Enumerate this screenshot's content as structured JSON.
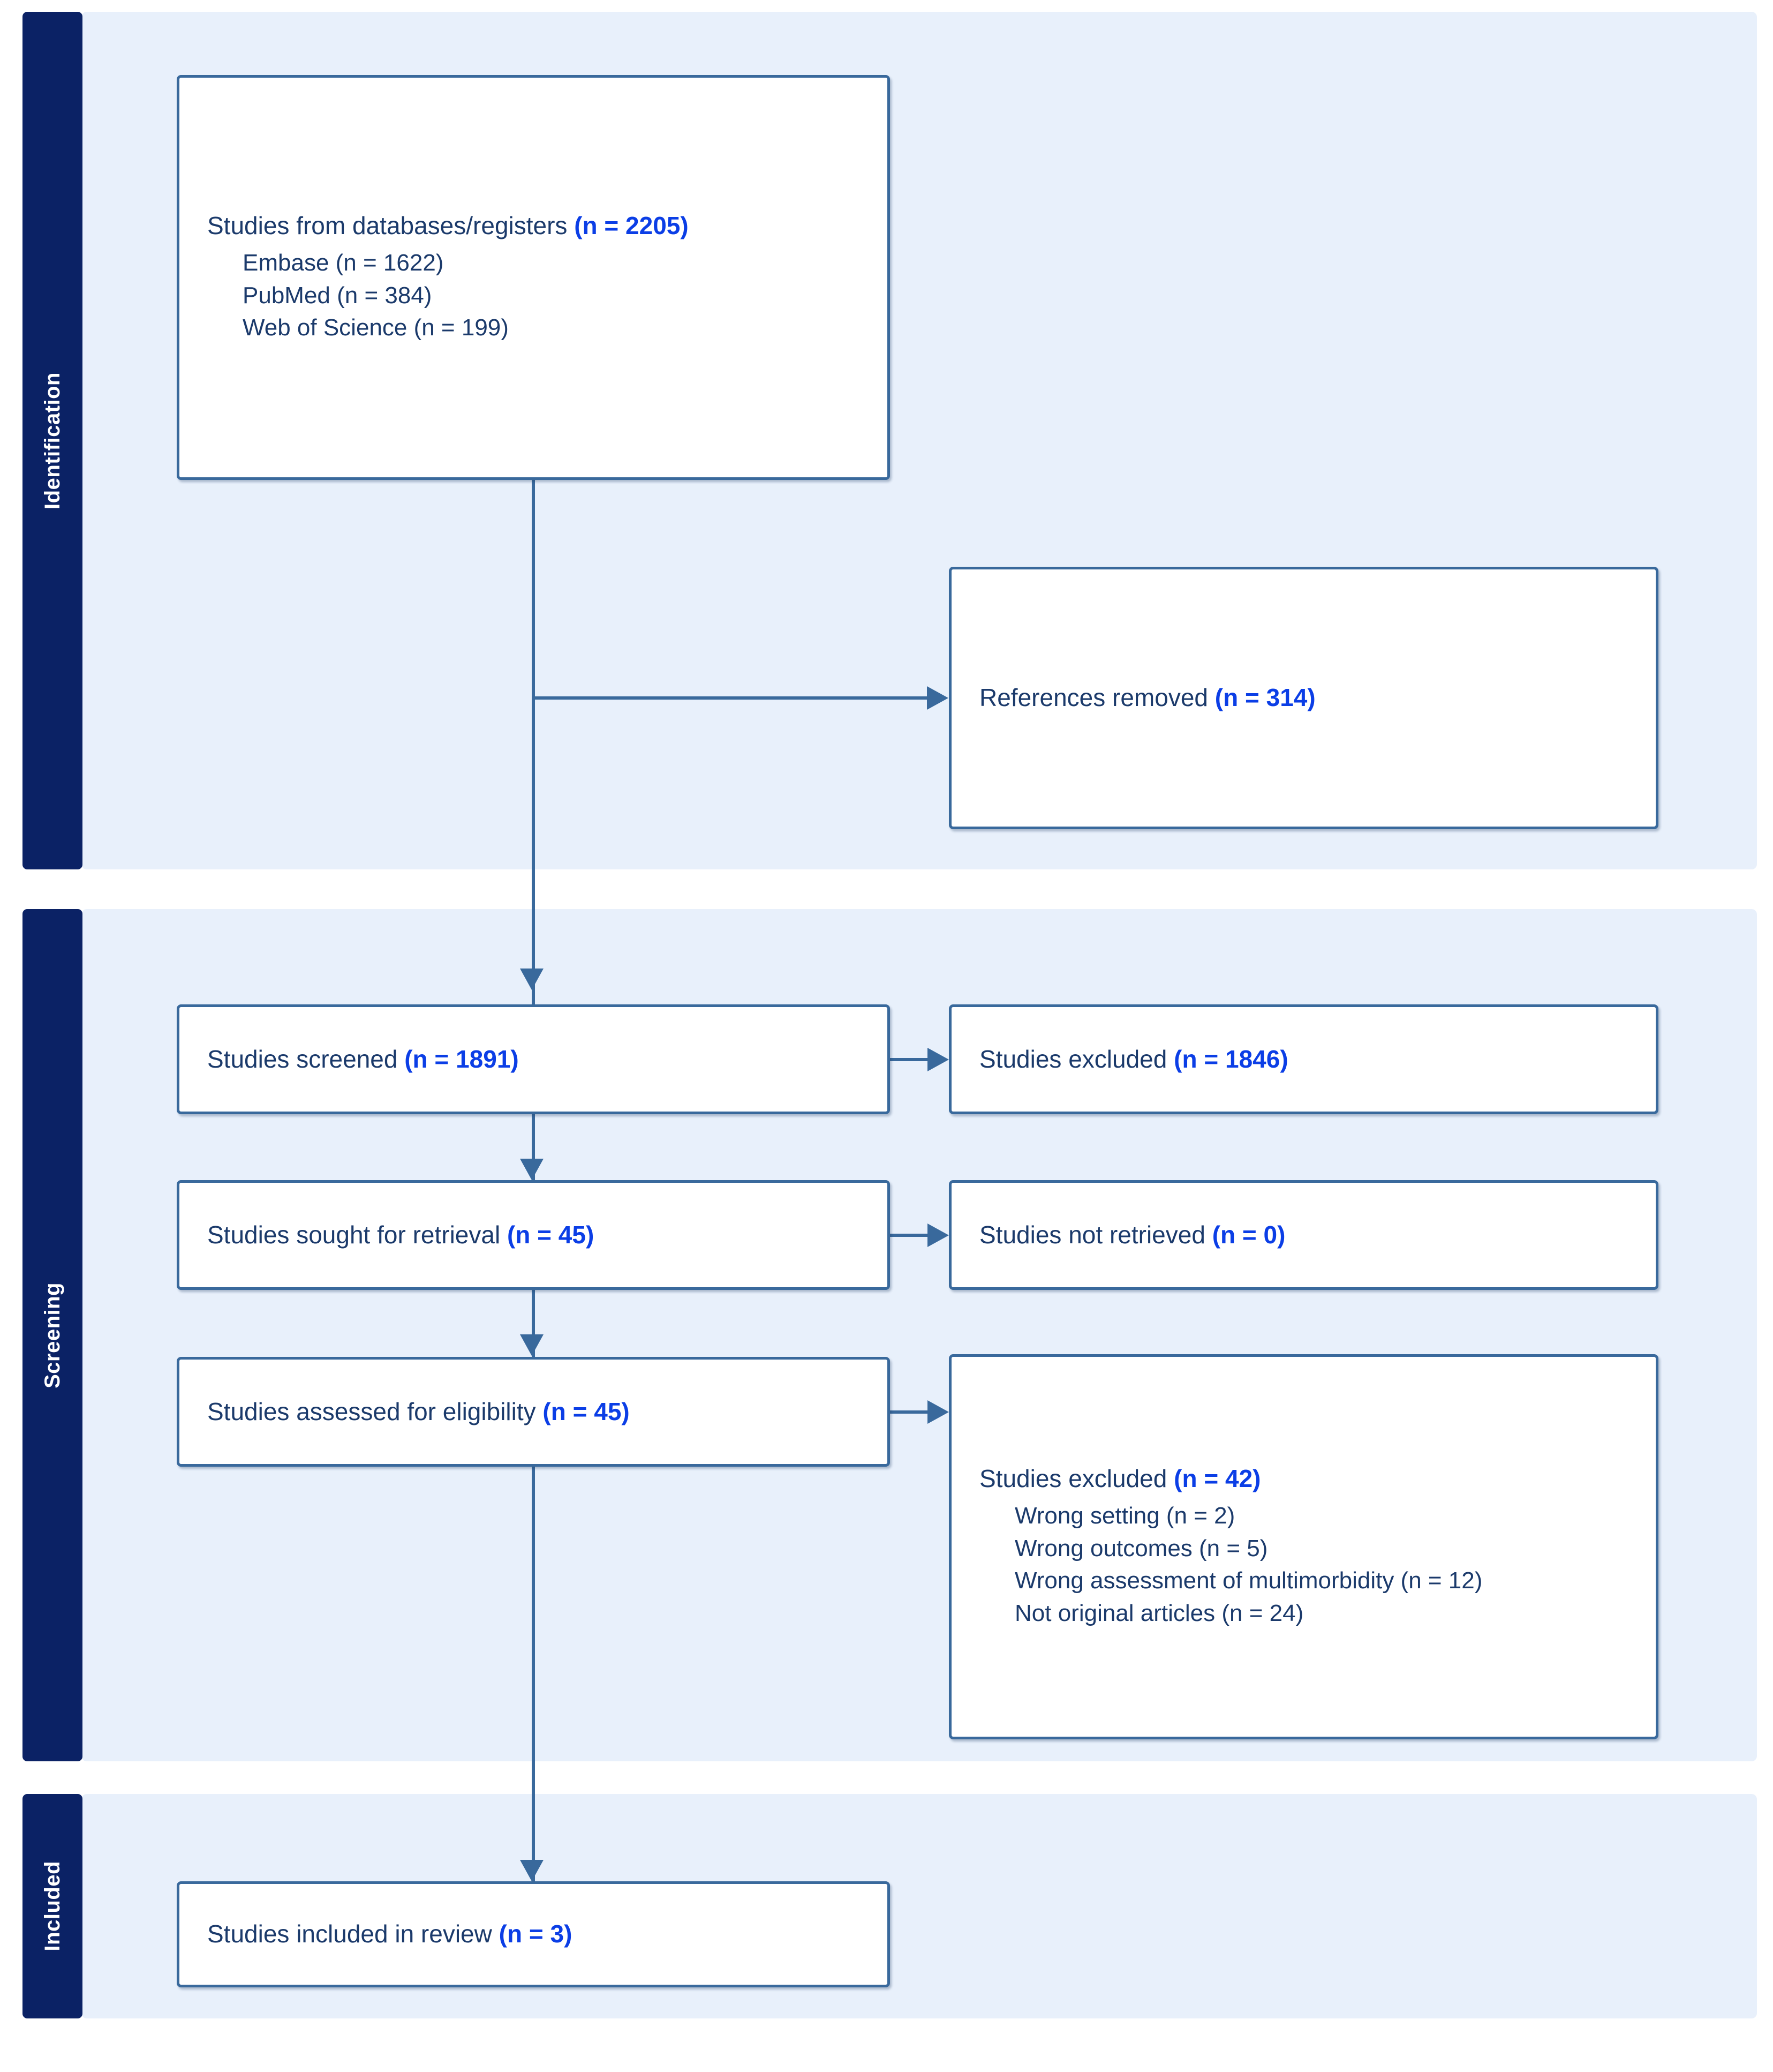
{
  "diagram": {
    "type": "prisma-flow-diagram",
    "colors": {
      "stage_label_bg": "#0b2265",
      "stage_band_bg": "#e8f0fb",
      "box_border": "#39699c",
      "text_primary": "#1b3a6b",
      "count_accent": "#0b3ee6"
    }
  },
  "stages": [
    {
      "id": "identification",
      "label": "Identification"
    },
    {
      "id": "screening",
      "label": "Screening"
    },
    {
      "id": "included",
      "label": "Included"
    }
  ],
  "boxes": {
    "databases": {
      "title": "Studies from databases/registers ",
      "count": "(n = 2205)",
      "sublist": [
        "Embase (n = 1622)",
        "PubMed (n = 384)",
        "Web of Science (n = 199)"
      ]
    },
    "references_removed": {
      "title": "References removed ",
      "count": "(n = 314)"
    },
    "screened": {
      "title": "Studies screened ",
      "count": "(n = 1891)"
    },
    "excluded_screening": {
      "title": "Studies excluded ",
      "count": "(n = 1846)"
    },
    "sought_retrieval": {
      "title": "Studies sought for retrieval ",
      "count": "(n = 45)"
    },
    "not_retrieved": {
      "title": "Studies not retrieved ",
      "count": "(n = 0)"
    },
    "assessed_eligibility": {
      "title": "Studies assessed for eligibility ",
      "count": "(n = 45)"
    },
    "excluded_eligibility": {
      "title": "Studies excluded ",
      "count": "(n = 42)",
      "sublist": [
        "Wrong setting (n = 2)",
        "Wrong outcomes (n = 5)",
        "Wrong assessment of multimorbidity (n = 12)",
        "Not original articles (n = 24)"
      ]
    },
    "included_review": {
      "title": "Studies included in review ",
      "count": "(n = 3)"
    }
  }
}
